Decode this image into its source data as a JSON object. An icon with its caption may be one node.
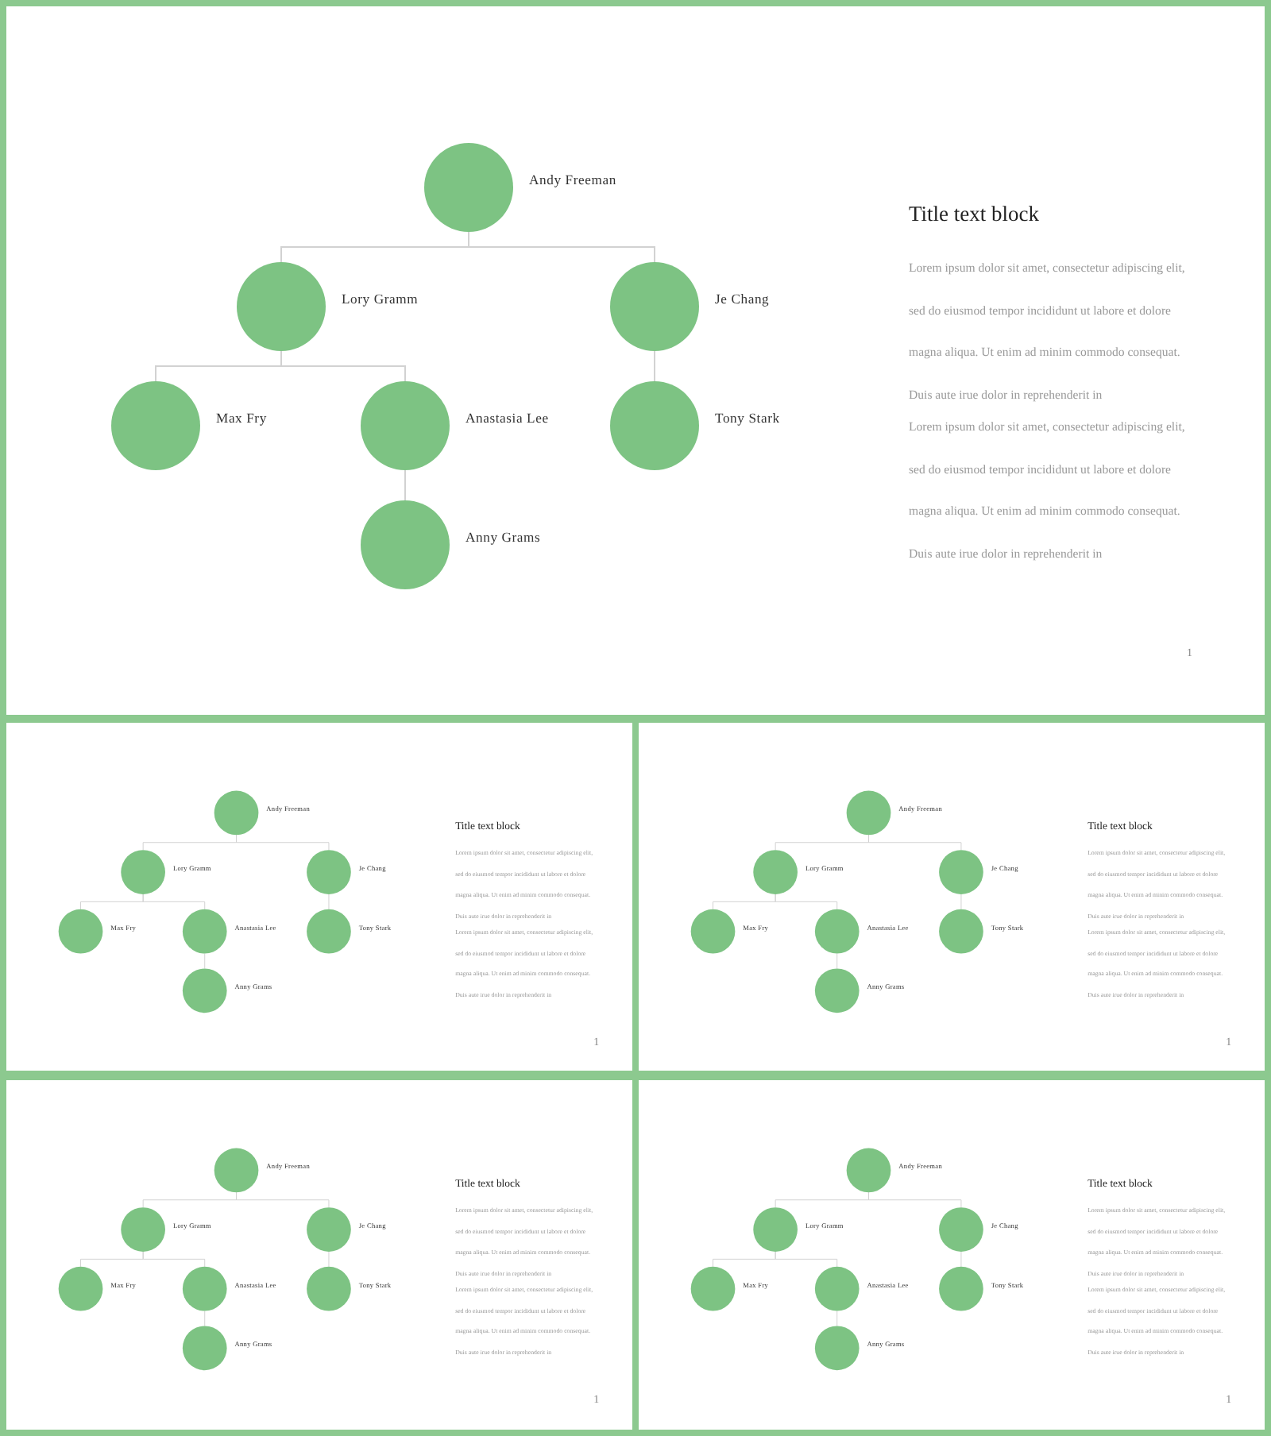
{
  "diagram": {
    "nodes": [
      {
        "text": [
          "Title text block",
          "Lorem ipsum dolor sit amet, consectetur adipiscing elit, sed do eiusmod tempor incididunt ut labore et dolore magna aliqua. Ut enim ad minim commodo consequat. Duis aute irue dolor in reprehenderit in",
          "Lorem ipsum dolor sit amet, consectetur adipiscing elit, sed do eiusmod tempor incididunt ut labore et dolore magna aliqua. Ut enim ad minim commodo consequat. Duis aute irue dolor in reprehenderit in",
          "1"
        ]
      },
      {
        "text": [
          "Andy Freeman"
        ],
        "in": 0
      },
      {
        "text": [
          "Lory Gramm"
        ],
        "in": 0
      },
      {
        "text": [
          "Je Chang"
        ],
        "in": 0
      },
      {
        "text": [
          "Max Fry"
        ],
        "in": 0
      },
      {
        "text": [
          "Anastasia Lee"
        ],
        "in": 0
      },
      {
        "text": [
          "Tony Stark"
        ],
        "in": 0
      },
      {
        "text": [
          "Anny Grams"
        ],
        "in": 0
      },
      {
        "text": [
          "Title text block",
          "Lorem ipsum dolor sit amet, consectetur adipiscing elit, sed do eiusmod tempor incididunt ut labore et dolore magna aliqua. Ut enim ad minim commodo consequat. Duis aute irue dolor in reprehenderit in",
          "Lorem ipsum dolor sit amet, consectetur adipiscing elit, sed do eiusmod tempor incididunt ut labore et dolore magna aliqua. Ut enim ad minim commodo consequat. Duis aute irue dolor in reprehenderit in",
          "1"
        ]
      },
      {
        "text": [
          "Andy Freeman"
        ],
        "in": 8
      },
      {
        "text": [
          "Lory Gramm"
        ],
        "in": 8
      },
      {
        "text": [
          "Je Chang"
        ],
        "in": 8
      },
      {
        "text": [
          "Max Fry"
        ],
        "in": 8
      },
      {
        "text": [
          "Anastasia Lee"
        ],
        "in": 8
      },
      {
        "text": [
          "Tony Stark"
        ],
        "in": 8
      },
      {
        "text": [
          "Anny Grams"
        ],
        "in": 8
      },
      {
        "text": [
          "Title text block",
          "Lorem ipsum dolor sit amet, consectetur adipiscing elit, sed do eiusmod tempor incididunt ut labore et dolore magna aliqua. Ut enim ad minim commodo consequat. Duis aute irue dolor in reprehenderit in",
          "Lorem ipsum dolor sit amet, consectetur adipiscing elit, sed do eiusmod tempor incididunt ut labore et dolore magna aliqua. Ut enim ad minim commodo consequat. Duis aute irue dolor in reprehenderit in",
          "1"
        ]
      },
      {
        "text": [
          "Andy Freeman"
        ],
        "in": 16
      },
      {
        "text": [
          "Lory Gramm"
        ],
        "in": 16
      },
      {
        "text": [
          "Je Chang"
        ],
        "in": 16
      },
      {
        "text": [
          "Max Fry"
        ],
        "in": 16
      },
      {
        "text": [
          "Anastasia Lee"
        ],
        "in": 16
      },
      {
        "text": [
          "Tony Stark"
        ],
        "in": 16
      },
      {
        "text": [
          "Anny Grams"
        ],
        "in": 16
      },
      {
        "text": [
          "Title text block",
          "Lorem ipsum dolor sit amet, consectetur adipiscing elit, sed do eiusmod tempor incididunt ut labore et dolore magna aliqua. Ut enim ad minim commodo consequat. Duis aute irue dolor in reprehenderit in",
          "Lorem ipsum dolor sit amet, consectetur adipiscing elit, sed do eiusmod tempor incididunt ut labore et dolore magna aliqua. Ut enim ad minim commodo consequat. Duis aute irue dolor in reprehenderit in",
          "1"
        ]
      },
      {
        "text": [
          "Andy Freeman"
        ],
        "in": 24
      },
      {
        "text": [
          "Lory Gramm"
        ],
        "in": 24
      },
      {
        "text": [
          "Je Chang"
        ],
        "in": 24
      },
      {
        "text": [
          "Max Fry"
        ],
        "in": 24
      },
      {
        "text": [
          "Anastasia Lee"
        ],
        "in": 24
      },
      {
        "text": [
          "Tony Stark"
        ],
        "in": 24
      },
      {
        "text": [
          "Anny Grams"
        ],
        "in": 24
      },
      {
        "text": [
          "Title text block",
          "Lorem ipsum dolor sit amet, consectetur adipiscing elit, sed do eiusmod tempor incididunt ut labore et dolore magna aliqua. Ut enim ad minim commodo consequat. Duis aute irue dolor in reprehenderit in",
          "Lorem ipsum dolor sit amet, consectetur adipiscing elit, sed do eiusmod tempor incididunt ut labore et dolore magna aliqua. Ut enim ad minim commodo consequat. Duis aute irue dolor in reprehenderit in",
          "1"
        ]
      },
      {
        "text": [
          "Andy Freeman"
        ],
        "in": 32
      },
      {
        "text": [
          "Lory Gramm"
        ],
        "in": 32
      },
      {
        "text": [
          "Je Chang"
        ],
        "in": 32
      },
      {
        "text": [
          "Max Fry"
        ],
        "in": 32
      },
      {
        "text": [
          "Anastasia Lee"
        ],
        "in": 32
      },
      {
        "text": [
          "Tony Stark"
        ],
        "in": 32
      },
      {
        "text": [
          "Anny Grams"
        ],
        "in": 32
      }
    ],
    "edges": [
      {
        "from": 1,
        "to": 2,
        "arrow": "none"
      },
      {
        "from": 1,
        "to": 3,
        "arrow": "none"
      },
      {
        "from": 2,
        "to": 4,
        "arrow": "none"
      },
      {
        "from": 2,
        "to": 5,
        "arrow": "none"
      },
      {
        "from": 5,
        "to": 7,
        "arrow": "none"
      },
      {
        "from": 3,
        "to": 6,
        "arrow": "none"
      },
      {
        "from": 9,
        "to": 10,
        "arrow": "none"
      },
      {
        "from": 9,
        "to": 11,
        "arrow": "none"
      },
      {
        "from": 10,
        "to": 12,
        "arrow": "none"
      },
      {
        "from": 10,
        "to": 13,
        "arrow": "none"
      },
      {
        "from": 13,
        "to": 15,
        "arrow": "none"
      },
      {
        "from": 11,
        "to": 14,
        "arrow": "none"
      },
      {
        "from": 17,
        "to": 18,
        "arrow": "none"
      },
      {
        "from": 17,
        "to": 19,
        "arrow": "none"
      },
      {
        "from": 18,
        "to": 20,
        "arrow": "none"
      },
      {
        "from": 18,
        "to": 21,
        "arrow": "none"
      },
      {
        "from": 21,
        "to": 23,
        "arrow": "none"
      },
      {
        "from": 19,
        "to": 22,
        "arrow": "none"
      },
      {
        "from": 25,
        "to": 26,
        "arrow": "none"
      },
      {
        "from": 25,
        "to": 27,
        "arrow": "none"
      },
      {
        "from": 26,
        "to": 28,
        "arrow": "none"
      },
      {
        "from": 26,
        "to": 29,
        "arrow": "none"
      },
      {
        "from": 29,
        "to": 31,
        "arrow": "none"
      },
      {
        "from": 27,
        "to": 30,
        "arrow": "none"
      },
      {
        "from": 33,
        "to": 34,
        "arrow": "none"
      },
      {
        "from": 33,
        "to": 35,
        "arrow": "none"
      },
      {
        "from": 34,
        "to": 36,
        "arrow": "none"
      },
      {
        "from": 34,
        "to": 37,
        "arrow": "none"
      },
      {
        "from": 37,
        "to": 39,
        "arrow": "none"
      },
      {
        "from": 35,
        "to": 38,
        "arrow": "none"
      }
    ]
  }
}
